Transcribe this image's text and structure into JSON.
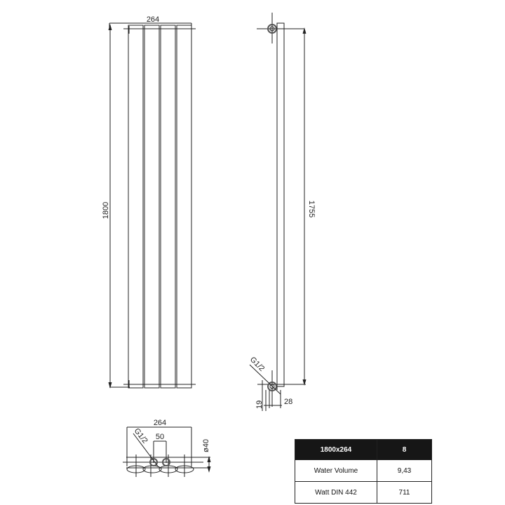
{
  "front_view": {
    "width_label": "264",
    "height_label": "1800",
    "panel_count": 4
  },
  "side_view": {
    "height_label": "1755",
    "connection_label": "G1/2",
    "bottom_offset_label": "19",
    "depth_label": "28"
  },
  "bottom_view": {
    "width_label": "264",
    "connection_label": "G1/2",
    "spacing_label": "50",
    "diameter_label": "ø40"
  },
  "spec_table": {
    "header": {
      "model": "1800x264",
      "value": "8"
    },
    "rows": [
      {
        "label": "Water Volume",
        "value": "9,43"
      },
      {
        "label": "Watt DIN 442",
        "value": "711"
      }
    ]
  },
  "colors": {
    "line": "#222222",
    "table_header_bg": "#161616",
    "table_header_text": "#ffffff"
  }
}
